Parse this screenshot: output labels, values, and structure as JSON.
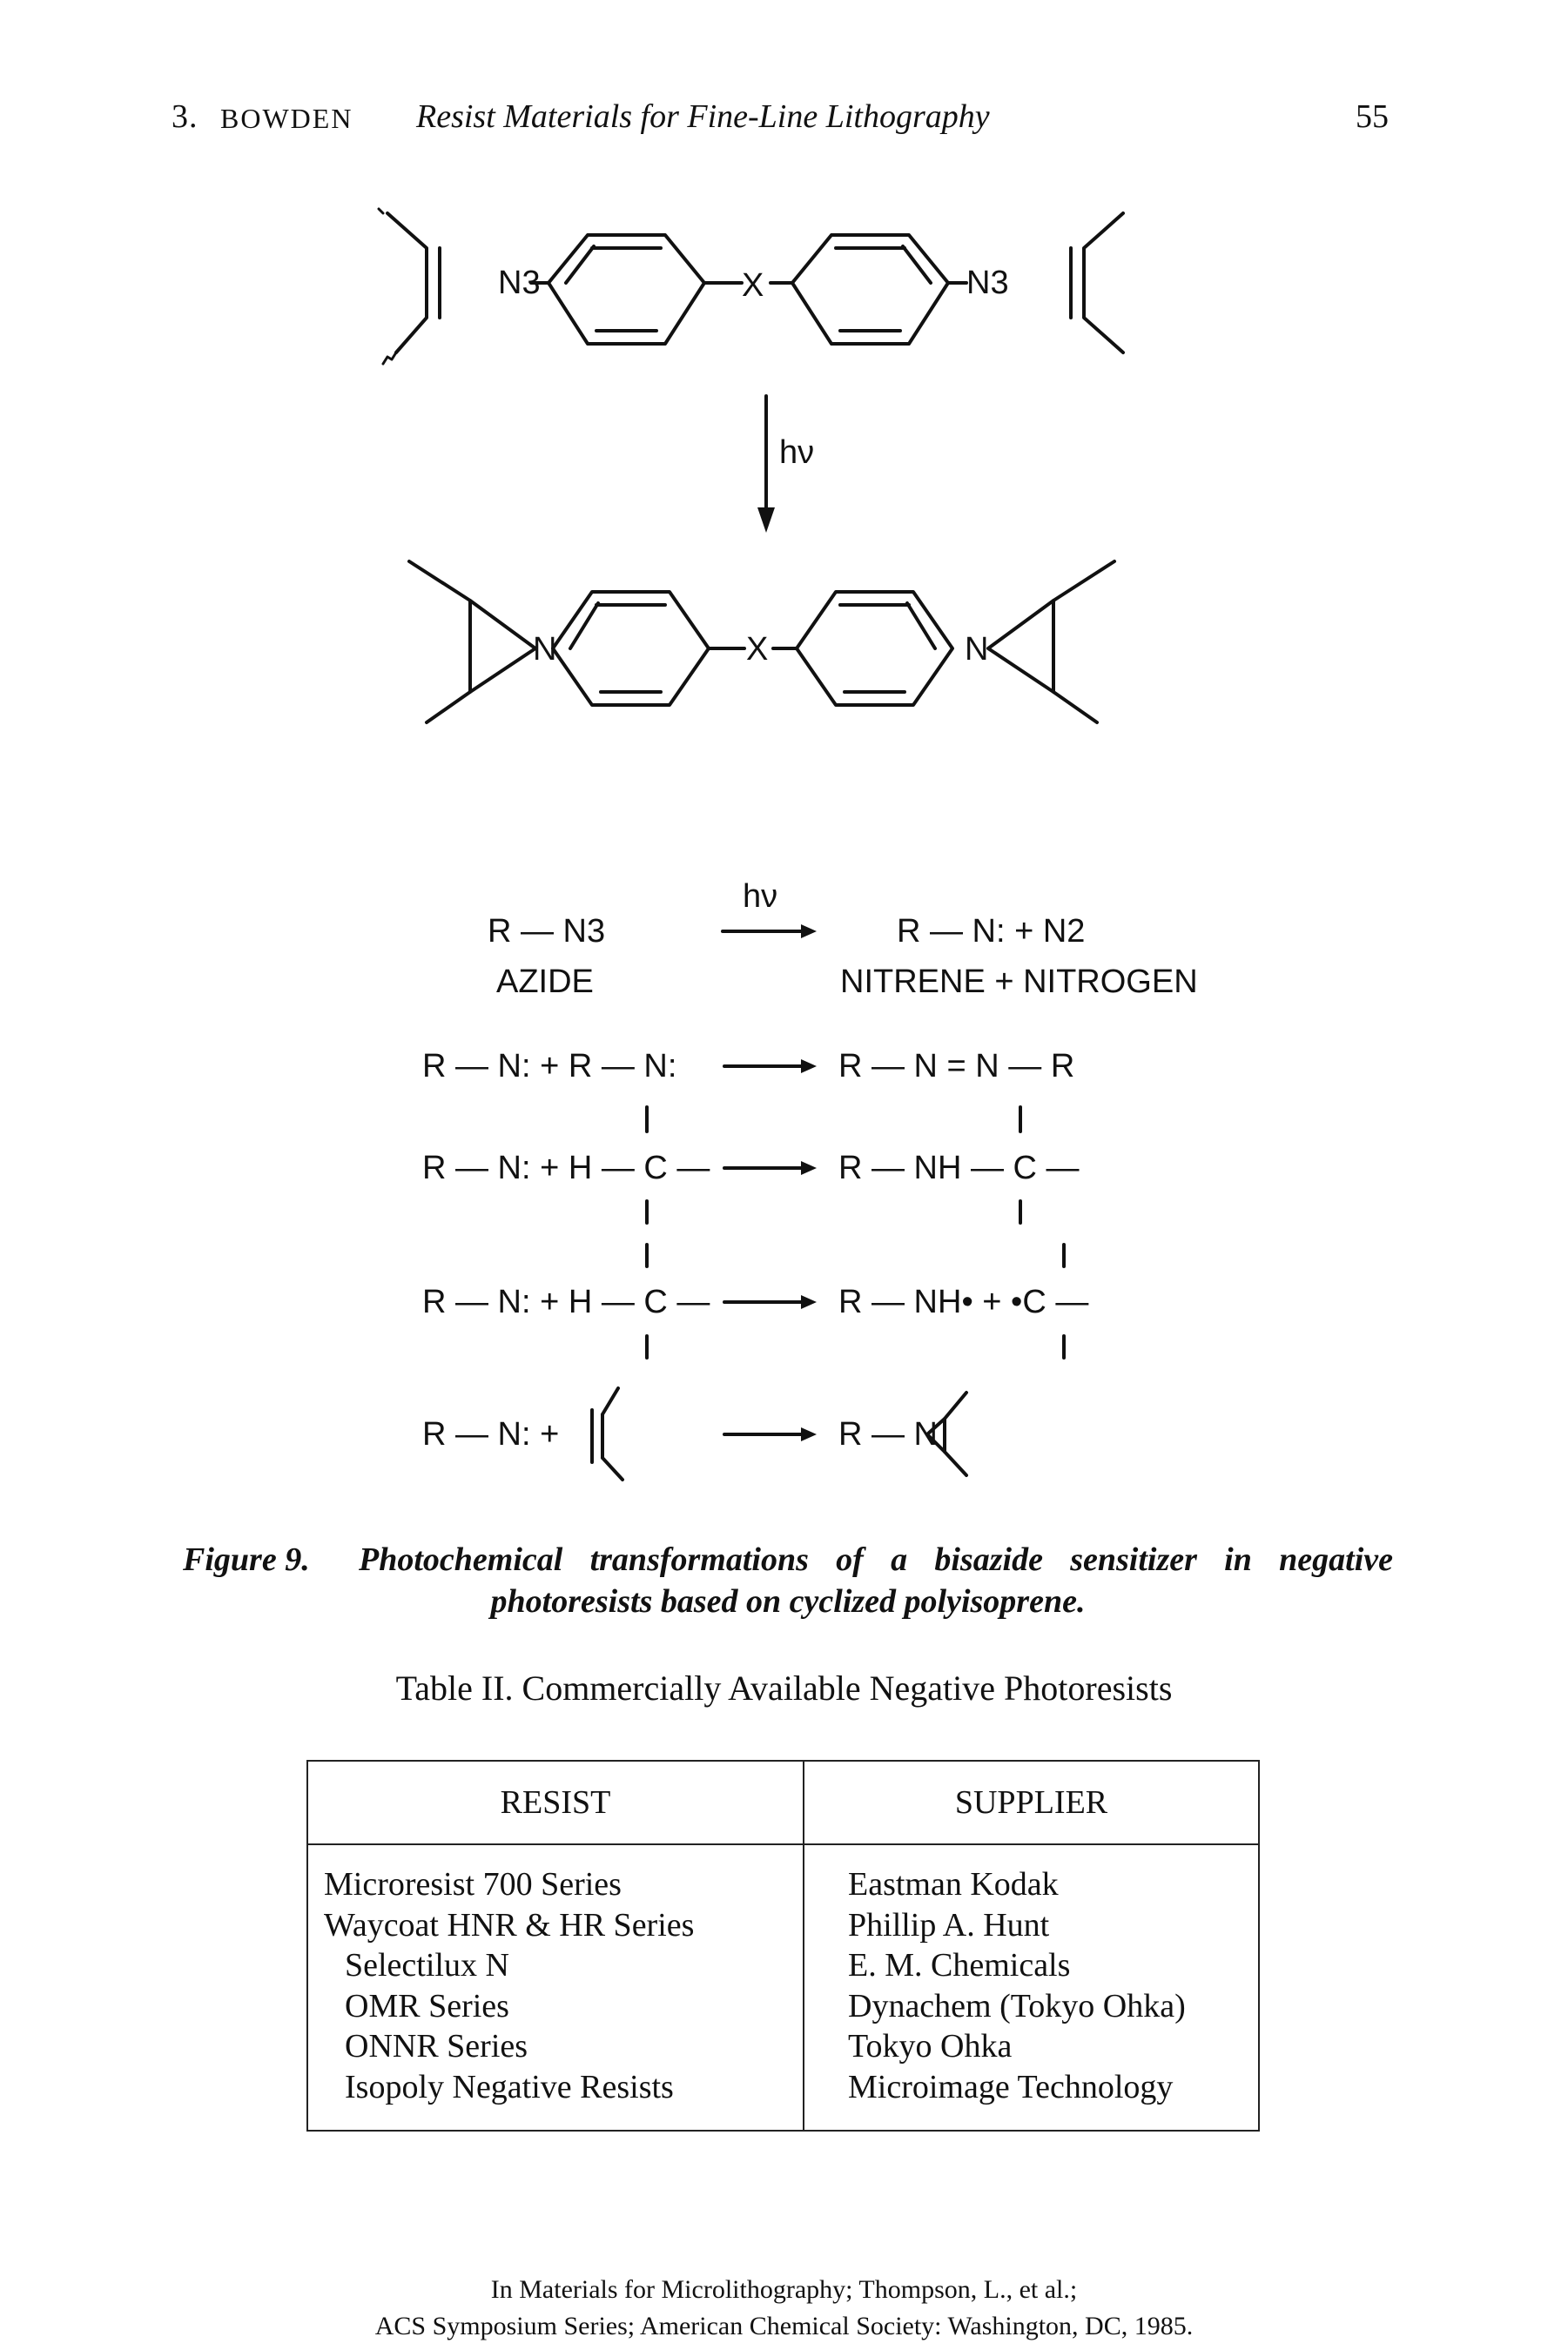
{
  "header": {
    "chapter": "3.",
    "author": "BOWDEN",
    "title": "Resist Materials for Fine-Line Lithography",
    "page_number": "55"
  },
  "figure": {
    "structure": {
      "n3": "N3",
      "x": "X",
      "n": "N",
      "hv": "hν"
    },
    "reactions": {
      "hv": "hν",
      "azide_formula": "R — N3",
      "azide_label": "AZIDE",
      "nitrene_formula": "R — N:  +  N2",
      "nitrene_label": "NITRENE + NITROGEN",
      "r1_left": "R — N: + R — N:",
      "r1_right": "R — N = N — R",
      "r2_left": "R — N: + H — C —",
      "r2_right": "R — NH  —  C  —",
      "r3_left": "R — N: + H — C —",
      "r3_right": "R — NH• + •C —",
      "r4_left": "R — N: +",
      "r4_right": "R — N"
    },
    "caption_label": "Figure 9.",
    "caption_line1": "Photochemical transformations of a bisazide sensitizer in negative",
    "caption_line2": "photoresists based on cyclized polyisoprene."
  },
  "table": {
    "title": "Table II.   Commercially Available Negative Photoresists",
    "columns": [
      "RESIST",
      "SUPPLIER"
    ],
    "rows": [
      {
        "resist": "Microresist 700 Series",
        "supplier": "Eastman Kodak"
      },
      {
        "resist": "Waycoat HNR & HR Series",
        "supplier": "Phillip A. Hunt"
      },
      {
        "resist": "Selectilux N",
        "supplier": "E. M. Chemicals"
      },
      {
        "resist": "OMR Series",
        "supplier": "Dynachem (Tokyo Ohka)"
      },
      {
        "resist": "ONNR Series",
        "supplier": "Tokyo Ohka"
      },
      {
        "resist": "Isopoly Negative Resists",
        "supplier": "Microimage Technology"
      }
    ]
  },
  "footer": {
    "line1": "In Materials for Microlithography; Thompson, L., et al.;",
    "line2": "ACS Symposium Series; American Chemical Society: Washington, DC, 1985."
  }
}
